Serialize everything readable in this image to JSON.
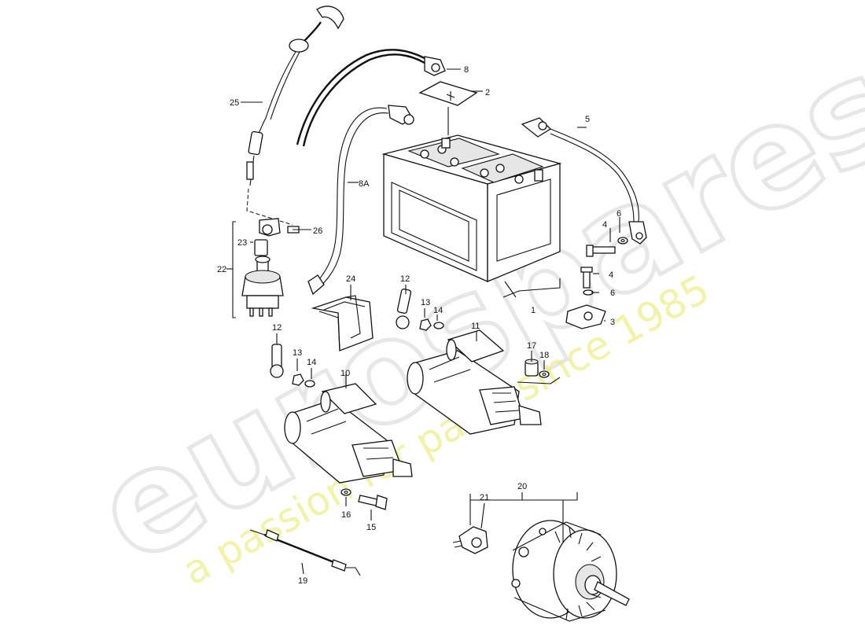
{
  "watermark": {
    "brand": "eurospares",
    "tagline": "a passion for parts since 1985"
  },
  "callouts": {
    "c1": "1",
    "c2": "2",
    "c3": "3",
    "c4a": "4",
    "c4b": "4",
    "c5": "5",
    "c6a": "6",
    "c6b": "6",
    "c8": "8",
    "c8A": "8A",
    "c10": "10",
    "c11": "11",
    "c12a": "12",
    "c12b": "12",
    "c13a": "13",
    "c13b": "13",
    "c14a": "14",
    "c14b": "14",
    "c15": "15",
    "c16": "16",
    "c17": "17",
    "c18": "18",
    "c19": "19",
    "c20": "20",
    "c21": "21",
    "c22": "22",
    "c23": "23",
    "c24": "24",
    "c25": "25",
    "c26": "26"
  }
}
